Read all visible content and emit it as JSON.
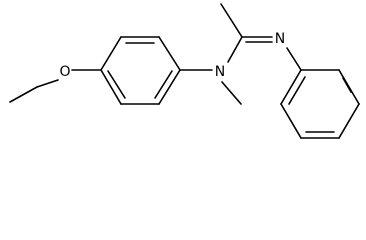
{
  "molecule": {
    "atoms": {
      "oxygen": "O",
      "amine_nitrogen": "N",
      "imine_nitrogen": "N"
    },
    "colors": {
      "bond": "#000000",
      "background": "#ffffff"
    }
  }
}
